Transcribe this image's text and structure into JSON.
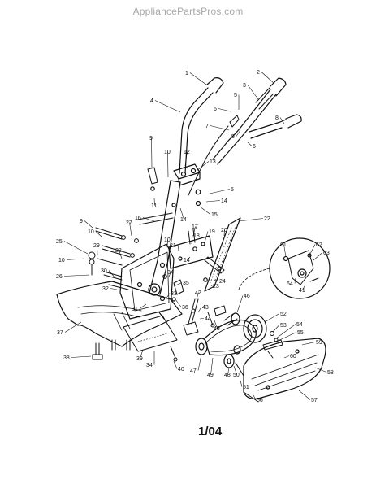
{
  "watermark": "AppliancePartsPros.com",
  "footer_code": "1/04",
  "callouts": [
    {
      "n": "1"
    },
    {
      "n": "2"
    },
    {
      "n": "3"
    },
    {
      "n": "4"
    },
    {
      "n": "5"
    },
    {
      "n": "6"
    },
    {
      "n": "7"
    },
    {
      "n": "5"
    },
    {
      "n": "8"
    },
    {
      "n": "6"
    },
    {
      "n": "9"
    },
    {
      "n": "10"
    },
    {
      "n": "12"
    },
    {
      "n": "13"
    },
    {
      "n": "5"
    },
    {
      "n": "14"
    },
    {
      "n": "11"
    },
    {
      "n": "15"
    },
    {
      "n": "14"
    },
    {
      "n": "16"
    },
    {
      "n": "22"
    },
    {
      "n": "9"
    },
    {
      "n": "27"
    },
    {
      "n": "17"
    },
    {
      "n": "18"
    },
    {
      "n": "19"
    },
    {
      "n": "20"
    },
    {
      "n": "10"
    },
    {
      "n": "10"
    },
    {
      "n": "25"
    },
    {
      "n": "29"
    },
    {
      "n": "21"
    },
    {
      "n": "10"
    },
    {
      "n": "28"
    },
    {
      "n": "14"
    },
    {
      "n": "61"
    },
    {
      "n": "62"
    },
    {
      "n": "63"
    },
    {
      "n": "26"
    },
    {
      "n": "30"
    },
    {
      "n": "34"
    },
    {
      "n": "35"
    },
    {
      "n": "23"
    },
    {
      "n": "24"
    },
    {
      "n": "42"
    },
    {
      "n": "64"
    },
    {
      "n": "41"
    },
    {
      "n": "32"
    },
    {
      "n": "33"
    },
    {
      "n": "46"
    },
    {
      "n": "31"
    },
    {
      "n": "36"
    },
    {
      "n": "43"
    },
    {
      "n": "44"
    },
    {
      "n": "45"
    },
    {
      "n": "52"
    },
    {
      "n": "37"
    },
    {
      "n": "53"
    },
    {
      "n": "54"
    },
    {
      "n": "55"
    },
    {
      "n": "59"
    },
    {
      "n": "60"
    },
    {
      "n": "38"
    },
    {
      "n": "39"
    },
    {
      "n": "47"
    },
    {
      "n": "48"
    },
    {
      "n": "49"
    },
    {
      "n": "50"
    },
    {
      "n": "34"
    },
    {
      "n": "40"
    },
    {
      "n": "51"
    },
    {
      "n": "58"
    },
    {
      "n": "56"
    },
    {
      "n": "57"
    }
  ]
}
